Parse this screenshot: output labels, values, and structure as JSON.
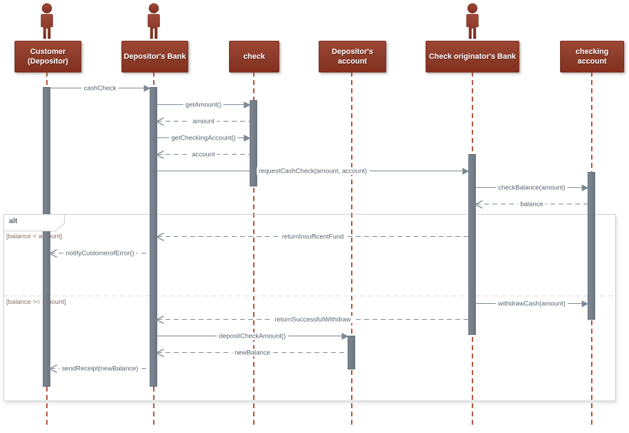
{
  "diagram": {
    "type": "uml-sequence-diagram",
    "participants": [
      {
        "name": "Customer (Depositor)",
        "actor": true
      },
      {
        "name": "Depositor's Bank",
        "actor": true
      },
      {
        "name": "check",
        "actor": false
      },
      {
        "name": "Depositor's account",
        "actor": false
      },
      {
        "name": "Check originator's Bank",
        "actor": true
      },
      {
        "name": "checking account",
        "actor": false
      }
    ],
    "messages": [
      {
        "label": "cashCheck",
        "from": "Customer (Depositor)",
        "to": "Depositor's Bank",
        "style": "solid"
      },
      {
        "label": "getAmount()",
        "from": "Depositor's Bank",
        "to": "check",
        "style": "solid"
      },
      {
        "label": "amount",
        "from": "check",
        "to": "Depositor's Bank",
        "style": "dashed-return"
      },
      {
        "label": "getCheckingAccount()",
        "from": "Depositor's Bank",
        "to": "check",
        "style": "solid"
      },
      {
        "label": "account",
        "from": "check",
        "to": "Depositor's Bank",
        "style": "dashed-return"
      },
      {
        "label": "requestCashCheck(amount, account)",
        "from": "Depositor's Bank",
        "to": "Check originator's Bank",
        "style": "solid"
      },
      {
        "label": "checkBalance(amount)",
        "from": "Check originator's Bank",
        "to": "checking account",
        "style": "solid"
      },
      {
        "label": "balance",
        "from": "checking account",
        "to": "Check originator's Bank",
        "style": "dashed-return"
      },
      {
        "label": "returnInsufficentFund",
        "from": "Check originator's Bank",
        "to": "Depositor's Bank",
        "style": "dashed-return"
      },
      {
        "label": "notifyCustomerofError()",
        "from": "Depositor's Bank",
        "to": "Customer (Depositor)",
        "style": "dashed-return"
      },
      {
        "label": "withdrawCash(amount)",
        "from": "Check originator's Bank",
        "to": "checking account",
        "style": "solid"
      },
      {
        "label": "returnSuccessfulWithdraw",
        "from": "Check originator's Bank",
        "to": "Depositor's Bank",
        "style": "dashed-return"
      },
      {
        "label": "depositCheckAmount()",
        "from": "Depositor's Bank",
        "to": "Depositor's account",
        "style": "solid"
      },
      {
        "label": "newBalance",
        "from": "Depositor's account",
        "to": "Depositor's Bank",
        "style": "dashed-return"
      },
      {
        "label": "sendReceipt(newBalance)",
        "from": "Depositor's Bank",
        "to": "Customer (Depositor)",
        "style": "dashed-return"
      }
    ],
    "alt_frame": {
      "label": "alt",
      "guards": [
        "[balance < amount]",
        "[balance >= amount]"
      ]
    },
    "colors": {
      "participant_box": "#8e3b2a",
      "actor_icon": "#8e4033",
      "lifeline": "#b5503c",
      "activation_bar": "#747e88",
      "message_line": "#7e8893",
      "message_text": "#59636d",
      "guard_text": "#8a7164",
      "frame_border": "#cbd0d4",
      "background": "#ffffff"
    }
  }
}
